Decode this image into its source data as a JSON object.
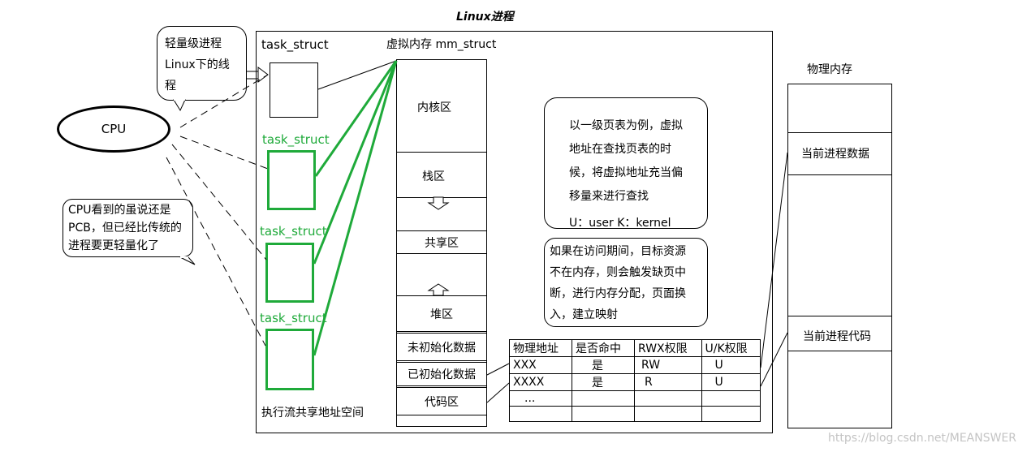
{
  "title": "Linux进程",
  "process": {
    "main_task": "task_struct",
    "green_tasks": [
      "task_struct",
      "task_struct",
      "task_struct"
    ],
    "caption": "执行流共享地址空间"
  },
  "virtual_memory": {
    "label": "虚拟内存 mm_struct",
    "regions": [
      "内核区",
      "栈区",
      "共享区",
      "堆区",
      "未初始化数据",
      "已初始化数据",
      "代码区"
    ]
  },
  "bubble_top": [
    "轻量级进程",
    "Linux下的线程"
  ],
  "cpu_label": "CPU",
  "bubble_left": [
    "CPU看到的虽说还是",
    "PCB，但已经比传统的",
    "进程要更轻量化了"
  ],
  "note_paging": [
    "以一级页表为例，虚拟",
    "地址在查找页表的时",
    "候，将虚拟地址充当偏",
    "移量来进行查找"
  ],
  "note_modes": "U：user  K：kernel",
  "note_fault": [
    "如果在访问期间，目标资源",
    "不在内存，则会触发缺页中",
    "断，进行内存分配，页面换",
    "入，建立映射"
  ],
  "page_table": {
    "headers": [
      "物理地址",
      "是否命中",
      "RWX权限",
      "U/K权限"
    ],
    "rows": [
      [
        "XXX",
        "是",
        "RW",
        "U"
      ],
      [
        "XXXX",
        "是",
        "R",
        "U"
      ],
      [
        "...",
        "",
        "",
        ""
      ],
      [
        "",
        "",
        "",
        ""
      ]
    ]
  },
  "physical_memory": {
    "label": "物理内存",
    "data_label": "当前进程数据",
    "code_label": "当前进程代码"
  },
  "watermark": "https://blog.csdn.net/MEANSWER"
}
